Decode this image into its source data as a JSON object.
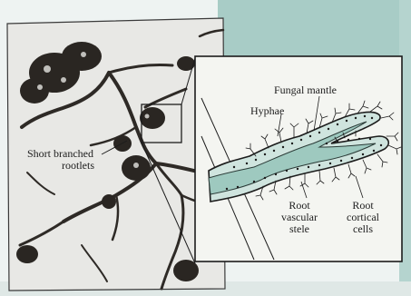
{
  "photo_labels": {
    "rootlets_line1": "Short branched",
    "rootlets_line2": "rootlets"
  },
  "inset_labels": {
    "fungal_mantle": "Fungal mantle",
    "hyphae": "Hyphae",
    "stele_line1": "Root",
    "stele_line2": "vascular",
    "stele_line3": "stele",
    "cortical_line1": "Root",
    "cortical_line2": "cortical",
    "cortical_line3": "cells"
  },
  "colors": {
    "page_teal": "#a8ccc6",
    "photo_bg": "#e9e9e6",
    "inset_bg": "#f4f5f1",
    "stele_fill": "#9ec9bf",
    "ink": "#1c1c1c"
  }
}
